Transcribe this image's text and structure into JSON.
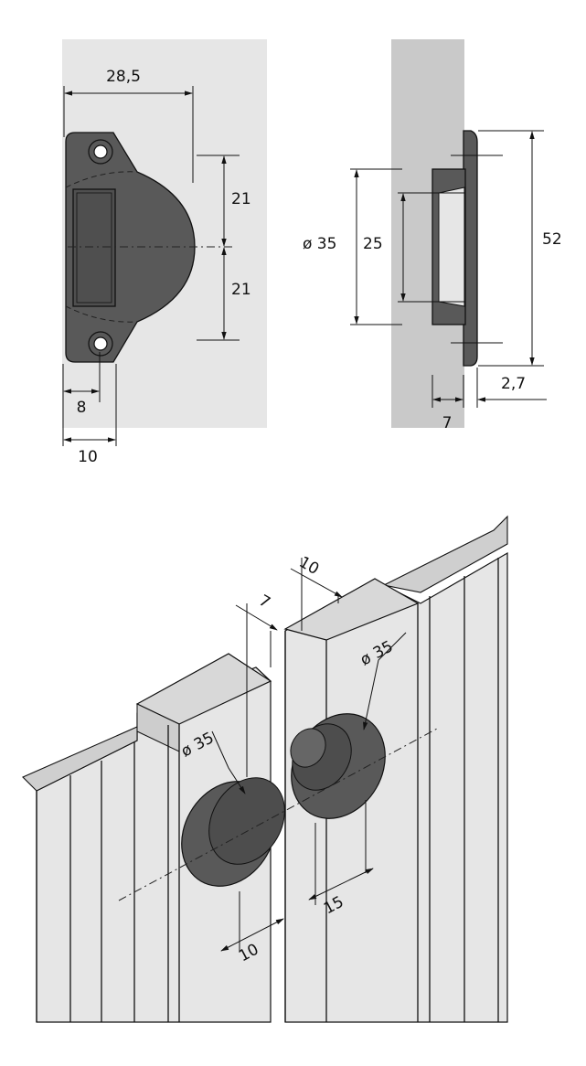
{
  "colors": {
    "background": "#ffffff",
    "panel": "#e6e6e6",
    "wall": "#c9c9c9",
    "part": "#595959",
    "part_dark": "#474747",
    "line": "#111111"
  },
  "front_view": {
    "width": "28,5",
    "upper_half": "21",
    "lower_half": "21",
    "inset": "8",
    "base": "10"
  },
  "side_view": {
    "diameter": "ø 35",
    "socket": "25",
    "height": "52",
    "flange": "2,7",
    "depth": "7"
  },
  "iso_view": {
    "top_width": "10",
    "top_depth": "7",
    "right_diameter": "ø 35",
    "left_diameter": "ø 35",
    "right_offset": "15",
    "left_offset": "10"
  }
}
